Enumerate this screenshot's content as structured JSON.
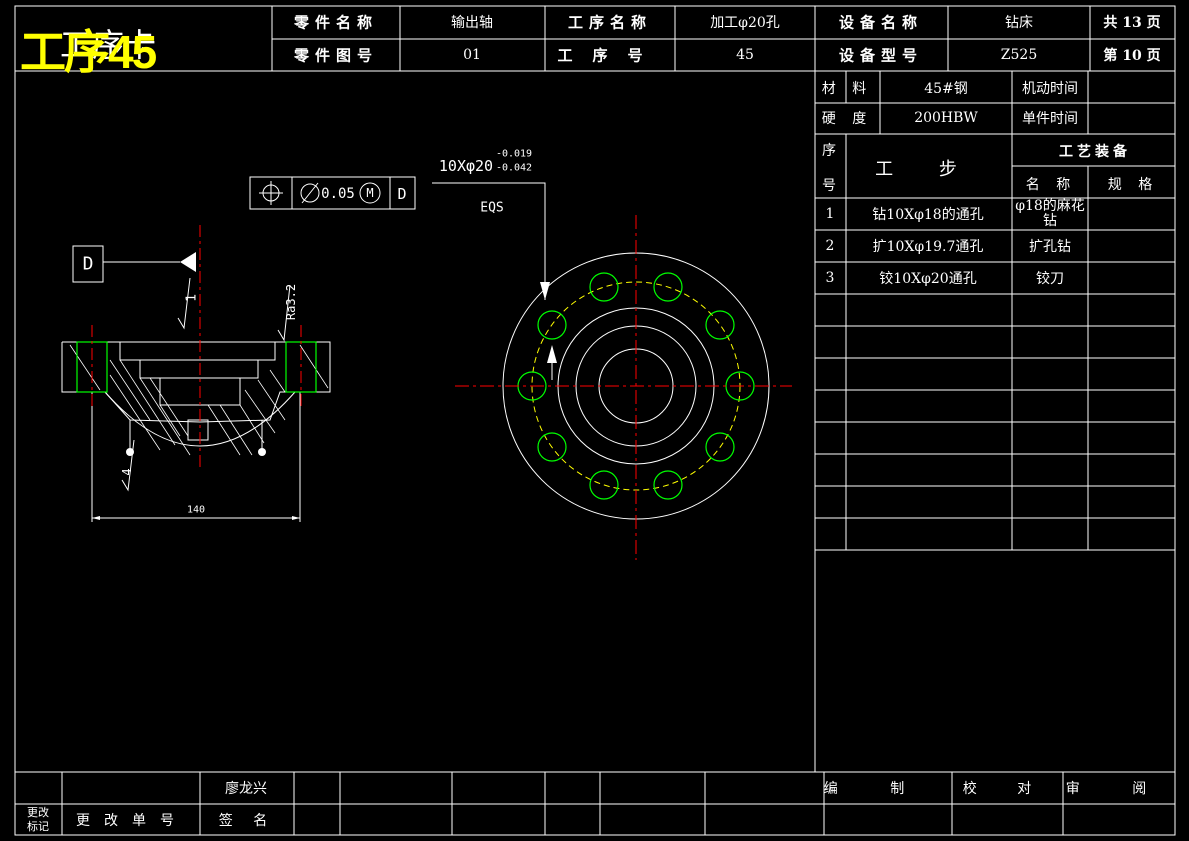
{
  "title": {
    "main": "工序卡",
    "overlay": "工序45"
  },
  "header": {
    "part_name_label": "零件名称",
    "part_name": "输出轴",
    "part_drawing_label": "零件图号",
    "part_drawing": "01",
    "process_name_label": "工序名称",
    "process_name": "加工φ20孔",
    "process_no_label": "工序号",
    "process_no": "45",
    "equipment_name_label": "设备名称",
    "equipment_name": "钻床",
    "equipment_model_label": "设备型号",
    "equipment_model": "Z525",
    "total_pages": "共 13 页",
    "page": "第 10 页"
  },
  "info": {
    "material_label": "材 料",
    "material": "45#钢",
    "machine_time_label": "机动时间",
    "hardness_label": "硬 度",
    "hardness": "200HBW",
    "unit_time_label": "单件时间"
  },
  "steps_table": {
    "no_label_1": "序",
    "no_label_2": "号",
    "step_label": "工 步",
    "equipment_label": "工艺装备",
    "name_label": "名 称",
    "spec_label": "规 格",
    "rows": [
      {
        "no": "1",
        "step": "钻10Xφ18的通孔",
        "tool": "φ18的麻花钻"
      },
      {
        "no": "2",
        "step": "扩10Xφ19.7通孔",
        "tool": "扩孔钻"
      },
      {
        "no": "3",
        "step": "铰10Xφ20通孔",
        "tool": "铰刀"
      }
    ]
  },
  "drawing": {
    "hole_spec": "10Xφ20",
    "tol_upper": "-0.019",
    "tol_lower": "-0.042",
    "eqs": "EQS",
    "tolerance_value": "0.05",
    "tolerance_modifier": "M",
    "datum": "D",
    "datum_box": "D",
    "roughness_top": "1",
    "roughness_ra": "Ra3.2",
    "roughness_side": "4",
    "dimension": "140"
  },
  "footer": {
    "name": "廖龙兴",
    "change_mark_1": "更改",
    "change_mark_2": "标记",
    "change_no": "更改单号",
    "sign": "签 名",
    "compile": "编 制",
    "check": "校 对",
    "review": "审 阅"
  },
  "colors": {
    "yellow": "#ffff00",
    "red": "#ff0000",
    "green": "#00ff00",
    "white": "#ffffff"
  }
}
